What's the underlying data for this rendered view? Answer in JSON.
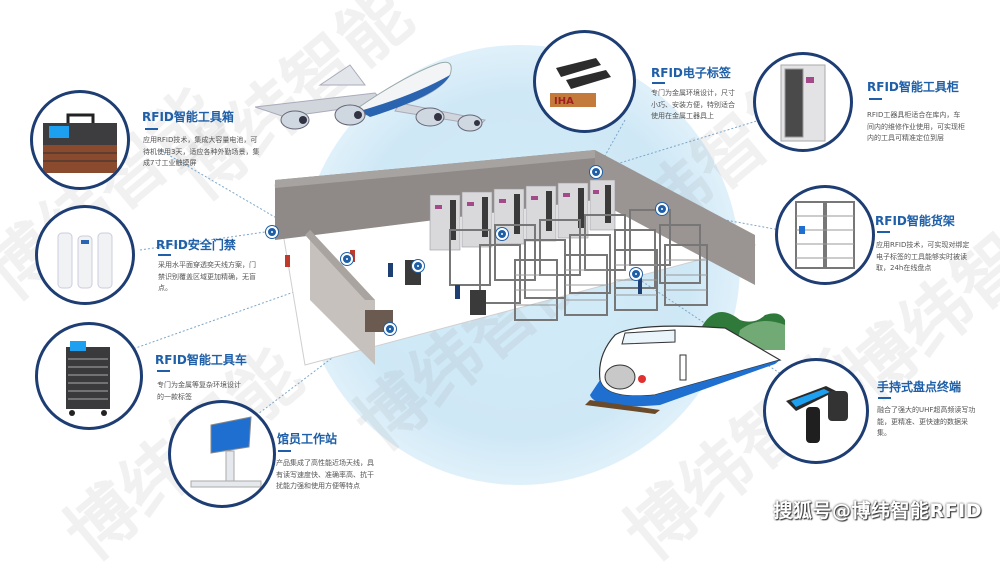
{
  "diagram": {
    "theme_colors": {
      "accent": "#1e5fa8",
      "circle_border": "#1d3d73",
      "background_glow": "#cfe8f6",
      "desc_text": "#555555"
    },
    "watermark_text": "博纬智能",
    "callouts": [
      {
        "id": "toolbox",
        "title": "RFID智能工具箱",
        "description": "应用RFID技术，集成大容量电池，可待机使用3天，适应各种外勤场景，集成7寸工业触摸屏",
        "icon": "toolbox-icon"
      },
      {
        "id": "gate",
        "title": "RFID安全门禁",
        "description": "采用水平面穿透奕天线方案，门禁识别覆盖区域更加精确，无盲点。",
        "icon": "security-gate-icon"
      },
      {
        "id": "cart",
        "title": "RFID智能工具车",
        "description": "专门为金属等复杂环境设计的一款标签",
        "icon": "tool-cart-icon"
      },
      {
        "id": "workstation",
        "title": "馆员工作站",
        "description": "产品集成了高性能近场天线，具有读写速度快、准确率高、抗干扰能力强和使用方便等特点",
        "icon": "workstation-icon"
      },
      {
        "id": "tag",
        "title": "RFID电子标签",
        "description": "专门为金属环境设计，尺寸小巧、安装方便，特别适合使用在金属工器具上",
        "icon": "rfid-tag-icon",
        "tag_label": "IHA"
      },
      {
        "id": "cabinet",
        "title": "RFID智能工具柜",
        "description": "RFID工器具柜适合在库内，车间内的维修作业使用，可实现柜内的工具可精准定位到层",
        "icon": "tool-cabinet-icon"
      },
      {
        "id": "shelf",
        "title": "RFID智能货架",
        "description": "应用RFID技术，可实现对绑定电子标签的工具能够实时被读取，24h在线盘点",
        "icon": "smart-shelf-icon"
      },
      {
        "id": "handheld",
        "title": "手持式盘点终端",
        "description": "融合了强大的UHF超高频读写功能，更精准、更快速的数据采集。",
        "icon": "handheld-terminal-icon"
      }
    ],
    "scene": {
      "center": "warehouse-isometric-illustration",
      "decorations": [
        "airplane-illustration",
        "bullet-train-illustration",
        "green-hills"
      ]
    },
    "footer": "搜狐号@博纬智能RFID"
  }
}
